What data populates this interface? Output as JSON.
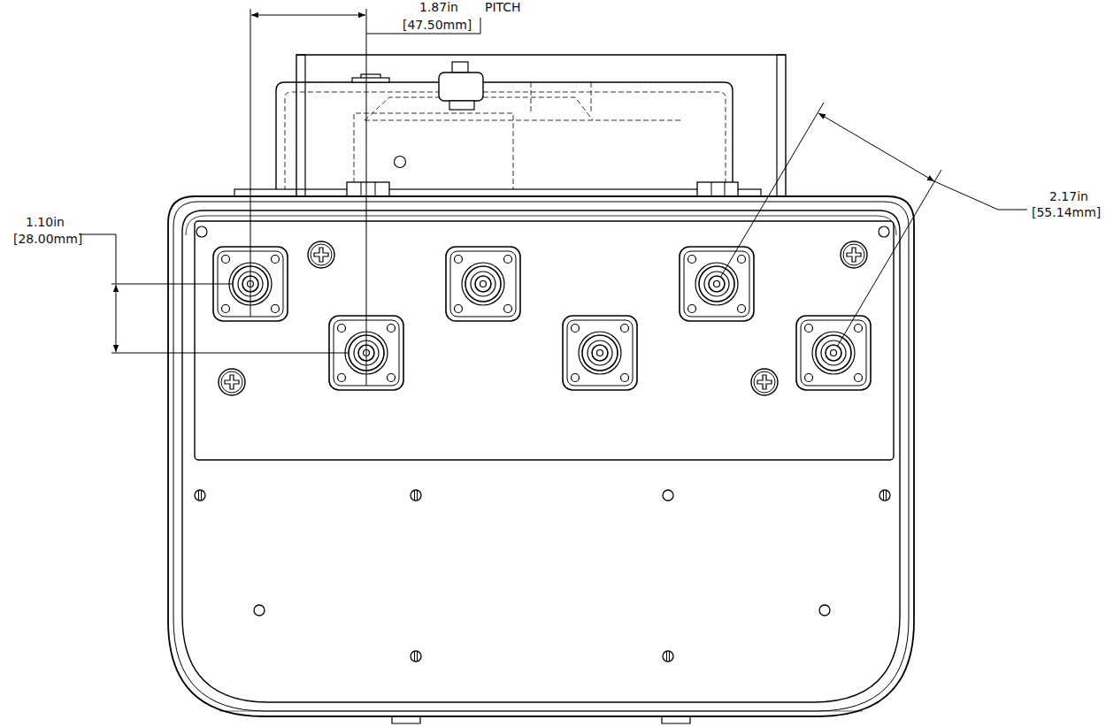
{
  "diagram": {
    "labels": [
      "1.87in",
      "PITCH",
      "[47.50mm]",
      "1.10in",
      "[28.00mm]",
      "2.17in",
      "[55.14mm]"
    ]
  }
}
